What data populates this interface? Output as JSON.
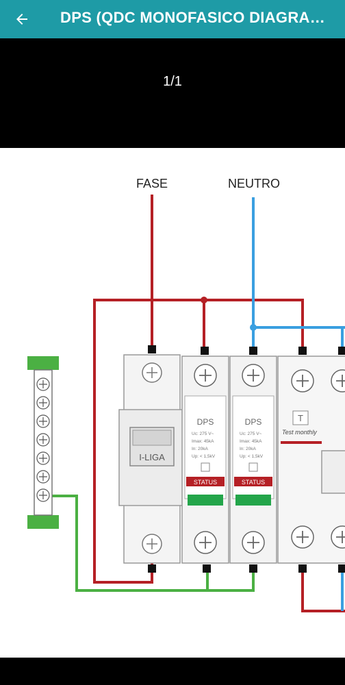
{
  "app_bar": {
    "title": "DPS (QDC MONOFASICO DIAGRA…",
    "back_icon": "arrow-left-icon",
    "color": "#1e9ba6"
  },
  "viewer": {
    "page_indicator": "1/1"
  },
  "diagram": {
    "labels": {
      "fase": "FASE",
      "neutro": "NEUTRO"
    },
    "breaker_label": "I-LIGA",
    "dps_modules": [
      {
        "title": "DPS",
        "specs": [
          "Uc: 275 V~",
          "Imax: 45kA",
          "In: 20kA",
          "Up: < 1,5kV"
        ],
        "status": "STATUS"
      },
      {
        "title": "DPS",
        "specs": [
          "Uc: 275 V~",
          "Imax: 45kA",
          "In: 20kA",
          "Up: < 1,5kV"
        ],
        "status": "STATUS"
      }
    ],
    "idr_test_label": "Test monthly",
    "idr_button_label": "T",
    "wire_colors": {
      "fase": "#b52025",
      "neutro": "#3a9fe0",
      "terra": "#4bb043"
    }
  }
}
